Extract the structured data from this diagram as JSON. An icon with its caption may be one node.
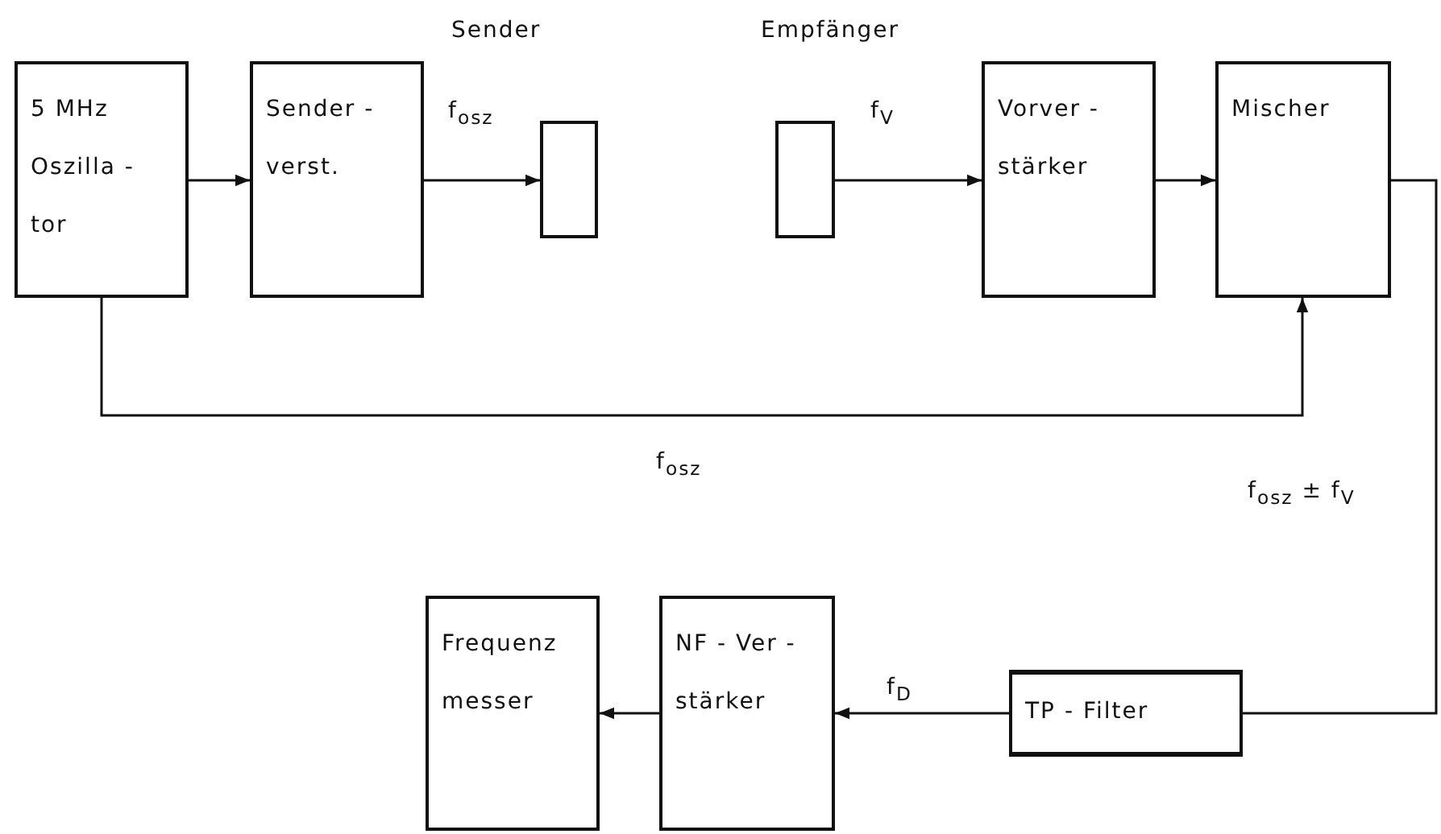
{
  "diagram": {
    "nodes": [
      {
        "text": [
          "5 MHz Oszilla - tor"
        ]
      },
      {
        "text": [
          "Sender - verst."
        ]
      },
      {
        "text": [],
        "shape": "box"
      },
      {
        "text": [],
        "shape": "box"
      },
      {
        "text": [
          "Vorver - stärker"
        ]
      },
      {
        "text": [
          "Mischer"
        ]
      },
      {
        "text": [
          "Frequenz messer"
        ]
      },
      {
        "text": [
          "NF - Ver - stärker"
        ]
      },
      {
        "text": [
          "TP - Filter"
        ]
      }
    ],
    "edges": [
      {
        "from": 0,
        "to": 1,
        "arrow": "to"
      },
      {
        "from": 1,
        "to": 2,
        "arrow": "to",
        "label": "f$_{osz}$"
      },
      {
        "from": 3,
        "to": 4,
        "arrow": "to",
        "label": "f$_{V}$"
      },
      {
        "from": 4,
        "to": 5,
        "arrow": "to"
      },
      {
        "from": 0,
        "to": 5,
        "arrow": "to",
        "label": "f$_{osz}$"
      },
      {
        "from": 5,
        "to": 8,
        "arrow": "none",
        "label": "f$_{osz}$ ± f$_{V}$"
      },
      {
        "from": 8,
        "to": 7,
        "arrow": "to",
        "label": "f$_{D}$"
      },
      {
        "from": 7,
        "to": 6,
        "arrow": "to"
      }
    ],
    "labels": [
      "Sender",
      "Empfänger"
    ]
  }
}
